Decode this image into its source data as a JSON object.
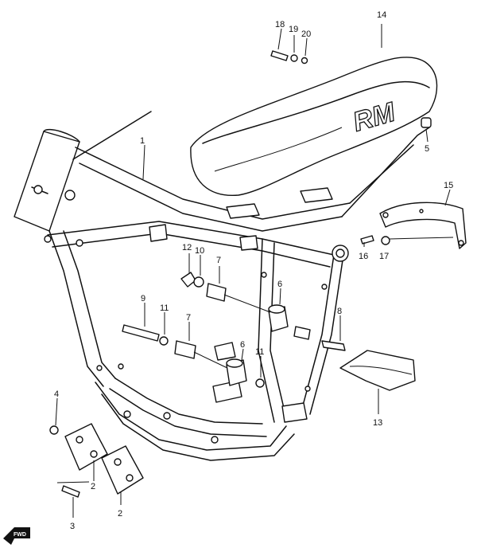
{
  "callouts": {
    "c1": "1",
    "c2a": "2",
    "c2b": "2",
    "c3": "3",
    "c4": "4",
    "c5": "5",
    "c6a": "6",
    "c6b": "6",
    "c7a": "7",
    "c7b": "7",
    "c8": "8",
    "c9": "9",
    "c10": "10",
    "c11a": "11",
    "c11b": "11",
    "c12": "12",
    "c13": "13",
    "c14": "14",
    "c15": "15",
    "c16": "16",
    "c17": "17",
    "c18": "18",
    "c19": "19",
    "c20": "20"
  },
  "seat_logo": "RM",
  "fwd_label": "FWD",
  "colors": {
    "line": "#111111",
    "background": "#ffffff"
  }
}
